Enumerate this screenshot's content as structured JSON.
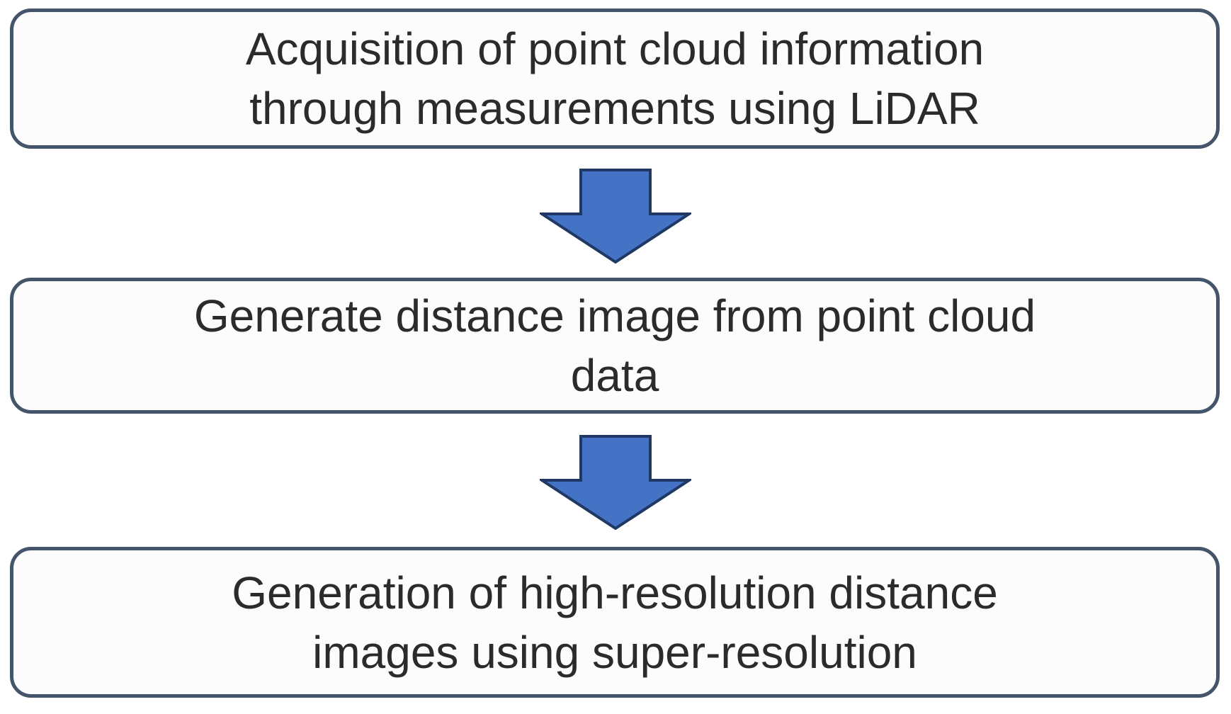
{
  "diagram": {
    "type": "flowchart",
    "direction": "top-to-bottom",
    "colors": {
      "background": "#ffffff",
      "box_fill": "#fbfcfb",
      "box_border": "#44546A",
      "arrow_fill": "#4472C4",
      "arrow_border": "#1F3864",
      "text": "#2b2b2b"
    },
    "steps": [
      {
        "id": 1,
        "lines": [
          "Acquisition of point cloud information",
          "through measurements using LiDAR"
        ]
      },
      {
        "id": 2,
        "lines": [
          "Generate distance image from point cloud",
          "data"
        ]
      },
      {
        "id": 3,
        "lines": [
          "Generation of high-resolution distance",
          "images using super-resolution"
        ]
      }
    ],
    "connectors": [
      {
        "from": 1,
        "to": 2,
        "shape": "block-down-arrow"
      },
      {
        "from": 2,
        "to": 3,
        "shape": "block-down-arrow"
      }
    ]
  }
}
